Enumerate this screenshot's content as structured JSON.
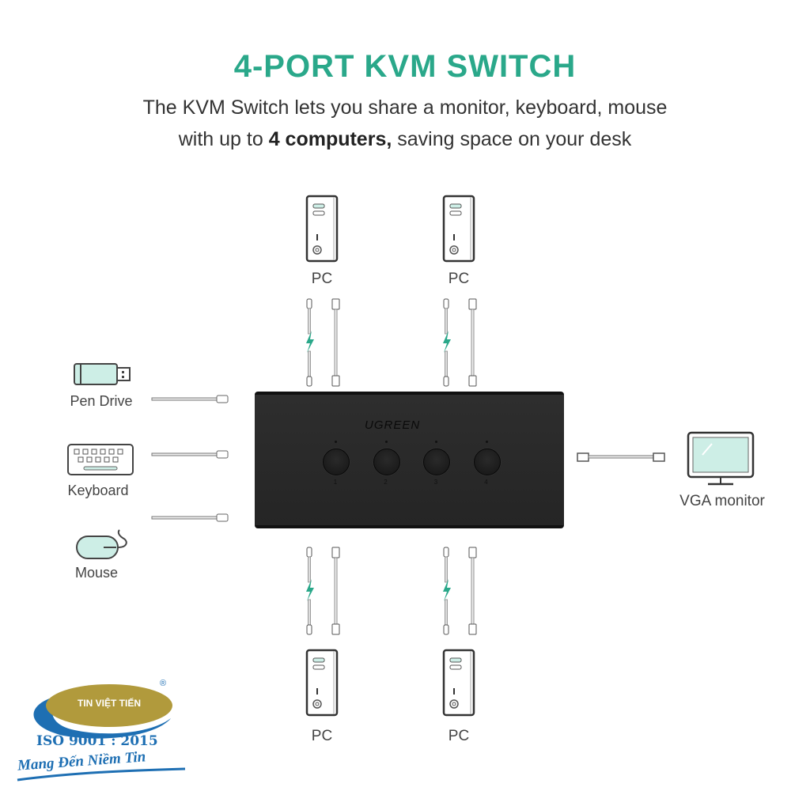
{
  "title": "4-PORT KVM SWITCH",
  "subtitle": {
    "line1": "The KVM Switch lets you share a monitor, keyboard, mouse",
    "line2_prefix": "with up to ",
    "line2_bold": "4 computers,",
    "line2_suffix": " saving space on your desk"
  },
  "devices": {
    "pen_drive": "Pen Drive",
    "keyboard": "Keyboard",
    "mouse": "Mouse",
    "monitor": "VGA monitor",
    "pc_label": "PC"
  },
  "switch": {
    "brand": "UGREEN",
    "buttons": [
      "1",
      "2",
      "3",
      "4"
    ]
  },
  "logo": {
    "company": "TIN VIỆT TIẾN",
    "iso": "ISO 9001 : 2015",
    "slogan": "Mang Đến Niềm Tin",
    "registered": "®"
  },
  "colors": {
    "accent": "#2aa88a",
    "icon_fill": "#cdeee6",
    "switch_body": "#2a2a2a",
    "logo_blue": "#1e6fb3",
    "logo_gold": "#b19a3c"
  }
}
